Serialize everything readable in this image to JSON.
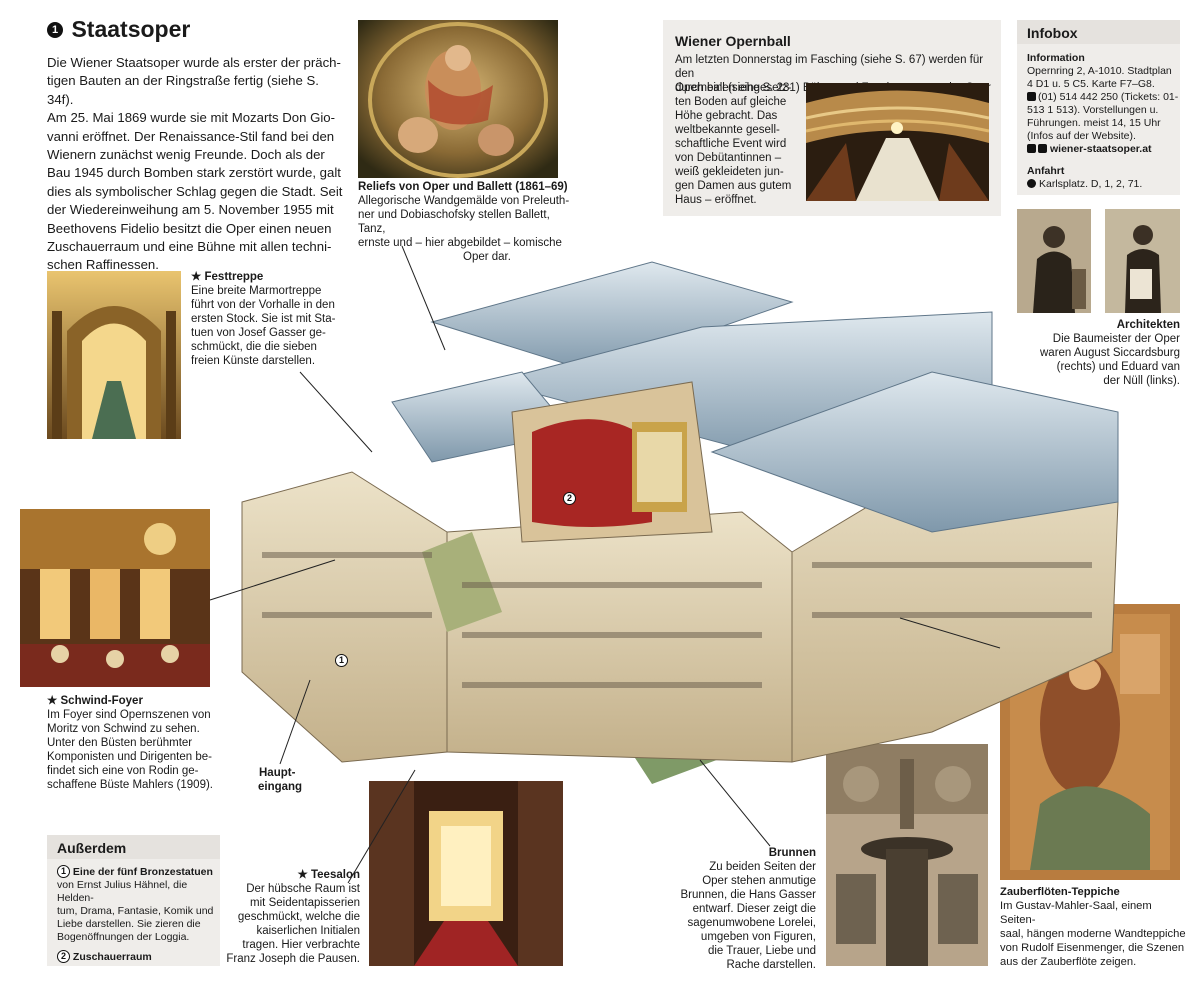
{
  "main": {
    "num": "1",
    "title": "Staatsoper",
    "body": [
      "Die Wiener Staatsoper wurde als erster der präch-",
      "tigen Bauten an der Ringstraße fertig (siehe S. 34f).",
      "Am 25. Mai 1869 wurde sie mit Mozarts Don Gio-",
      "vanni eröffnet. Der Renaissance-Stil fand bei den",
      "Wienern zunächst wenig Freunde. Doch als der",
      "Bau 1945 durch Bomben stark zerstört wurde, galt",
      "dies als symbolischer Schlag gegen die Stadt. Seit",
      "der Wiedereinweihung am 5. November 1955 mit",
      "Beethovens Fidelio besitzt die Oper einen neuen",
      "Zuschauerraum und eine Bühne mit allen techni-",
      "schen Raffinessen."
    ]
  },
  "reliefs": {
    "title": "Reliefs von Oper und Ballett (1861–69)",
    "lines": [
      "Allegorische Wandgemälde von Preleuth-",
      "ner und Dobiaschofsky stellen Ballett, Tanz,",
      "ernste und – hier abgebildet – komische",
      "Oper dar."
    ]
  },
  "opernball": {
    "title": "Wiener Opernball",
    "intro": [
      "Am letzten Donnerstag im Fasching (siehe S. 67) werden für den",
      "Opernball (siehe S. 231) Bühne und Zuschauerraum der Oper"
    ],
    "lines": [
      "durch einen eingesetz-",
      "ten Boden auf gleiche",
      "Höhe gebracht. Das",
      "weltbekannte gesell-",
      "schaftliche Event wird",
      "von Debütantinnen –",
      "weiß gekleideten jun-",
      "gen Damen aus gutem",
      "Haus – eröffnet."
    ]
  },
  "infobox": {
    "title": "Infobox",
    "info_heading": "Information",
    "info_lines": [
      "Opernring 2, A-1010. Stadtplan",
      "4 D1 u. 5 C5. Karte F7–G8.",
      "(01) 514 442 250 (Tickets: 01-",
      "513 1 513). Vorstellungen u.",
      "Führungen. meist 14, 15 Uhr",
      "(Infos auf der Website).",
      "wiener-staatsoper.at"
    ],
    "anfahrt_heading": "Anfahrt",
    "anfahrt_line": "Karlsplatz. D, 1, 2, 71."
  },
  "architekten": {
    "title": "Architekten",
    "lines": [
      "Die Baumeister der Oper",
      "waren August Siccardsburg",
      "(rechts) und Eduard van",
      "der Nüll (links)."
    ]
  },
  "festtreppe": {
    "title": "★ Festtreppe",
    "lines": [
      "Eine breite Marmortreppe",
      "führt von der Vorhalle in den",
      "ersten Stock. Sie ist mit Sta-",
      "tuen von Josef Gasser ge-",
      "schmückt, die die sieben",
      "freien Künste darstellen."
    ]
  },
  "schwind": {
    "title": "★ Schwind-Foyer",
    "lines": [
      "Im Foyer sind Opernszenen von",
      "Moritz von Schwind zu sehen.",
      "Unter den Büsten berühmter",
      "Komponisten und Dirigenten be-",
      "findet sich eine von Rodin ge-",
      "schaffene Büste Mahlers (1909)."
    ]
  },
  "haupteingang": [
    "Haupt-",
    "eingang"
  ],
  "ausserdem": {
    "title": "Außerdem",
    "item1_num": "1",
    "item1_title": "Eine der fünf Bronzestatuen",
    "item1_lines": [
      "von Ernst Julius Hähnel, die Helden-",
      "tum, Drama, Fantasie, Komik und",
      "Liebe darstellen. Sie zieren die",
      "Bogenöffnungen der Loggia."
    ],
    "item2_num": "2",
    "item2_title": "Zuschauerraum"
  },
  "teesalon": {
    "title": "★ Teesalon",
    "lines": [
      "Der hübsche Raum ist",
      "mit Seidentapisserien",
      "geschmückt, welche die",
      "kaiserlichen Initialen",
      "tragen. Hier verbrachte",
      "Franz Joseph die Pausen."
    ]
  },
  "brunnen": {
    "title": "Brunnen",
    "lines": [
      "Zu beiden Seiten der",
      "Oper stehen anmutige",
      "Brunnen, die Hans Gasser",
      "entwarf. Dieser zeigt die",
      "sagenumwobene Lorelei,",
      "umgeben von Figuren,",
      "die Trauer, Liebe und",
      "Rache darstellen."
    ]
  },
  "zauber": {
    "title": "Zauberflöten-Teppiche",
    "lines": [
      "Im Gustav-Mahler-Saal, einem Seiten-",
      "saal, hängen moderne Wandteppiche",
      "von Rudolf Eisenmenger, die Szenen",
      "aus der Zauberflöte zeigen."
    ]
  },
  "markers": {
    "m1": "1",
    "m2": "2"
  }
}
